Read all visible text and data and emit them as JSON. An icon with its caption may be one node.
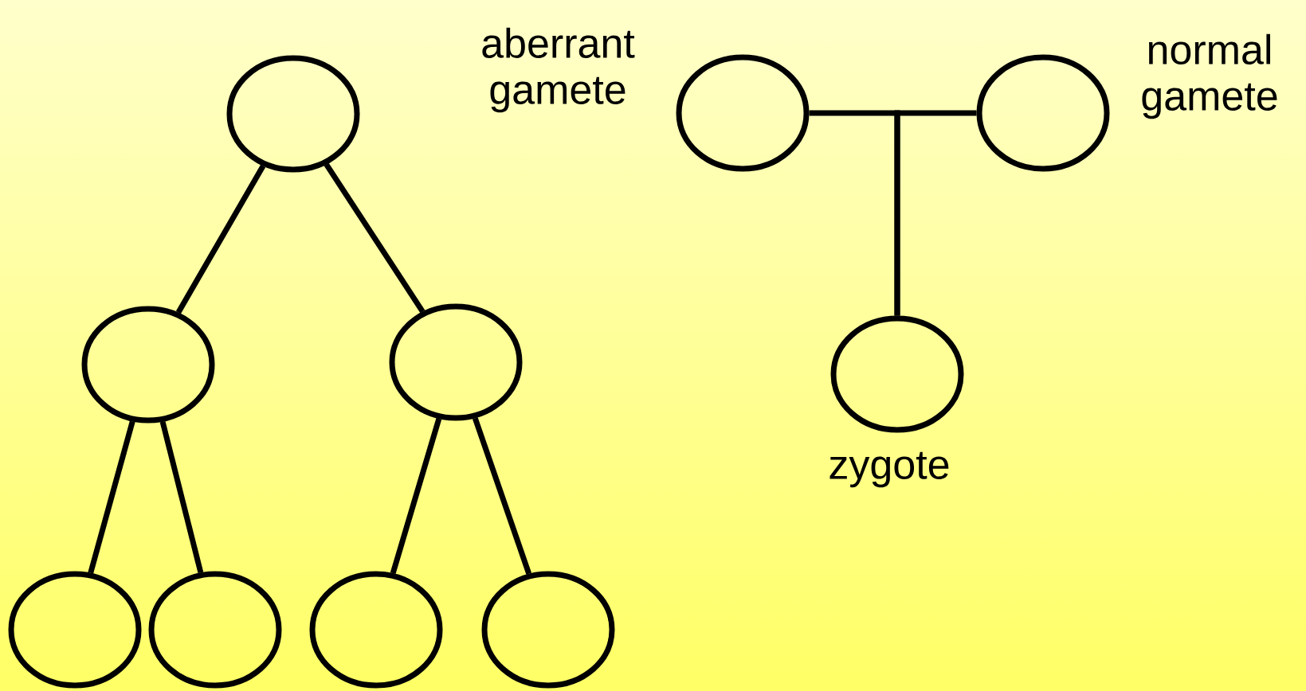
{
  "diagram": {
    "nodes": [
      {
        "text": [],
        "shape": "ellipse"
      },
      {
        "text": [],
        "shape": "ellipse"
      },
      {
        "text": [],
        "shape": "ellipse"
      },
      {
        "text": [],
        "shape": "ellipse"
      },
      {
        "text": [],
        "shape": "ellipse"
      },
      {
        "text": [],
        "shape": "ellipse"
      },
      {
        "text": [],
        "shape": "ellipse"
      },
      {
        "text": [],
        "shape": "ellipse"
      },
      {
        "text": [],
        "shape": "ellipse",
        "beside": [
          "normal gamete"
        ]
      },
      {
        "text": [],
        "shape": "ellipse",
        "beside": [
          "zygote"
        ]
      }
    ],
    "edges": [
      {
        "from": 0,
        "to": 1,
        "arrow": "none"
      },
      {
        "from": 0,
        "to": 2,
        "arrow": "none"
      },
      {
        "from": 1,
        "to": 3,
        "arrow": "none"
      },
      {
        "from": 1,
        "to": 4,
        "arrow": "none"
      },
      {
        "from": 2,
        "to": 5,
        "arrow": "none"
      },
      {
        "from": 2,
        "to": 6,
        "arrow": "none"
      },
      {
        "from": 7,
        "to": 9,
        "arrow": "none"
      },
      {
        "from": 8,
        "to": 9,
        "arrow": "none"
      }
    ],
    "labels": [
      "aberrant gamete"
    ]
  }
}
